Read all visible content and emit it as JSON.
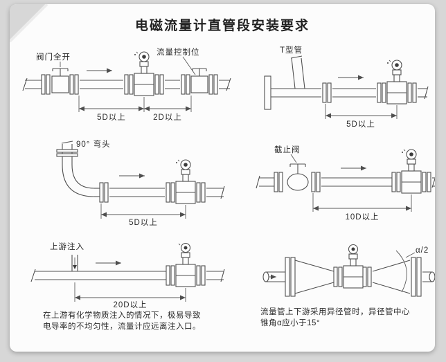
{
  "title": "电磁流量计直管段安装要求",
  "colors": {
    "background": "#d7d7d7",
    "card": "#fcfcfc",
    "line": "#4f4f4f",
    "text": "#2a2a2a"
  },
  "panels": {
    "valve_full_open": {
      "valve_label": "阀门全开",
      "control_label": "流量控制位",
      "dim_upstream": "5D以上",
      "dim_downstream": "2D以上"
    },
    "t_pipe": {
      "label": "T型管",
      "dim": "5D以上"
    },
    "elbow_90": {
      "label": "90° 弯头",
      "dim": "5D以上"
    },
    "stop_valve": {
      "label": "截止阀",
      "dim": "10D以上"
    },
    "upstream_injection": {
      "label": "上游注入",
      "dim": "20D以上",
      "caption": [
        "在上游有化学物质注入的情况下，极易导致",
        "电导率的不均匀性，流量计应远离注入口。"
      ]
    },
    "reducer": {
      "angle_label": "α/2",
      "caption": [
        "流量管上下游采用异径管时，异径管中心",
        "锥角α应小于15°"
      ]
    }
  }
}
